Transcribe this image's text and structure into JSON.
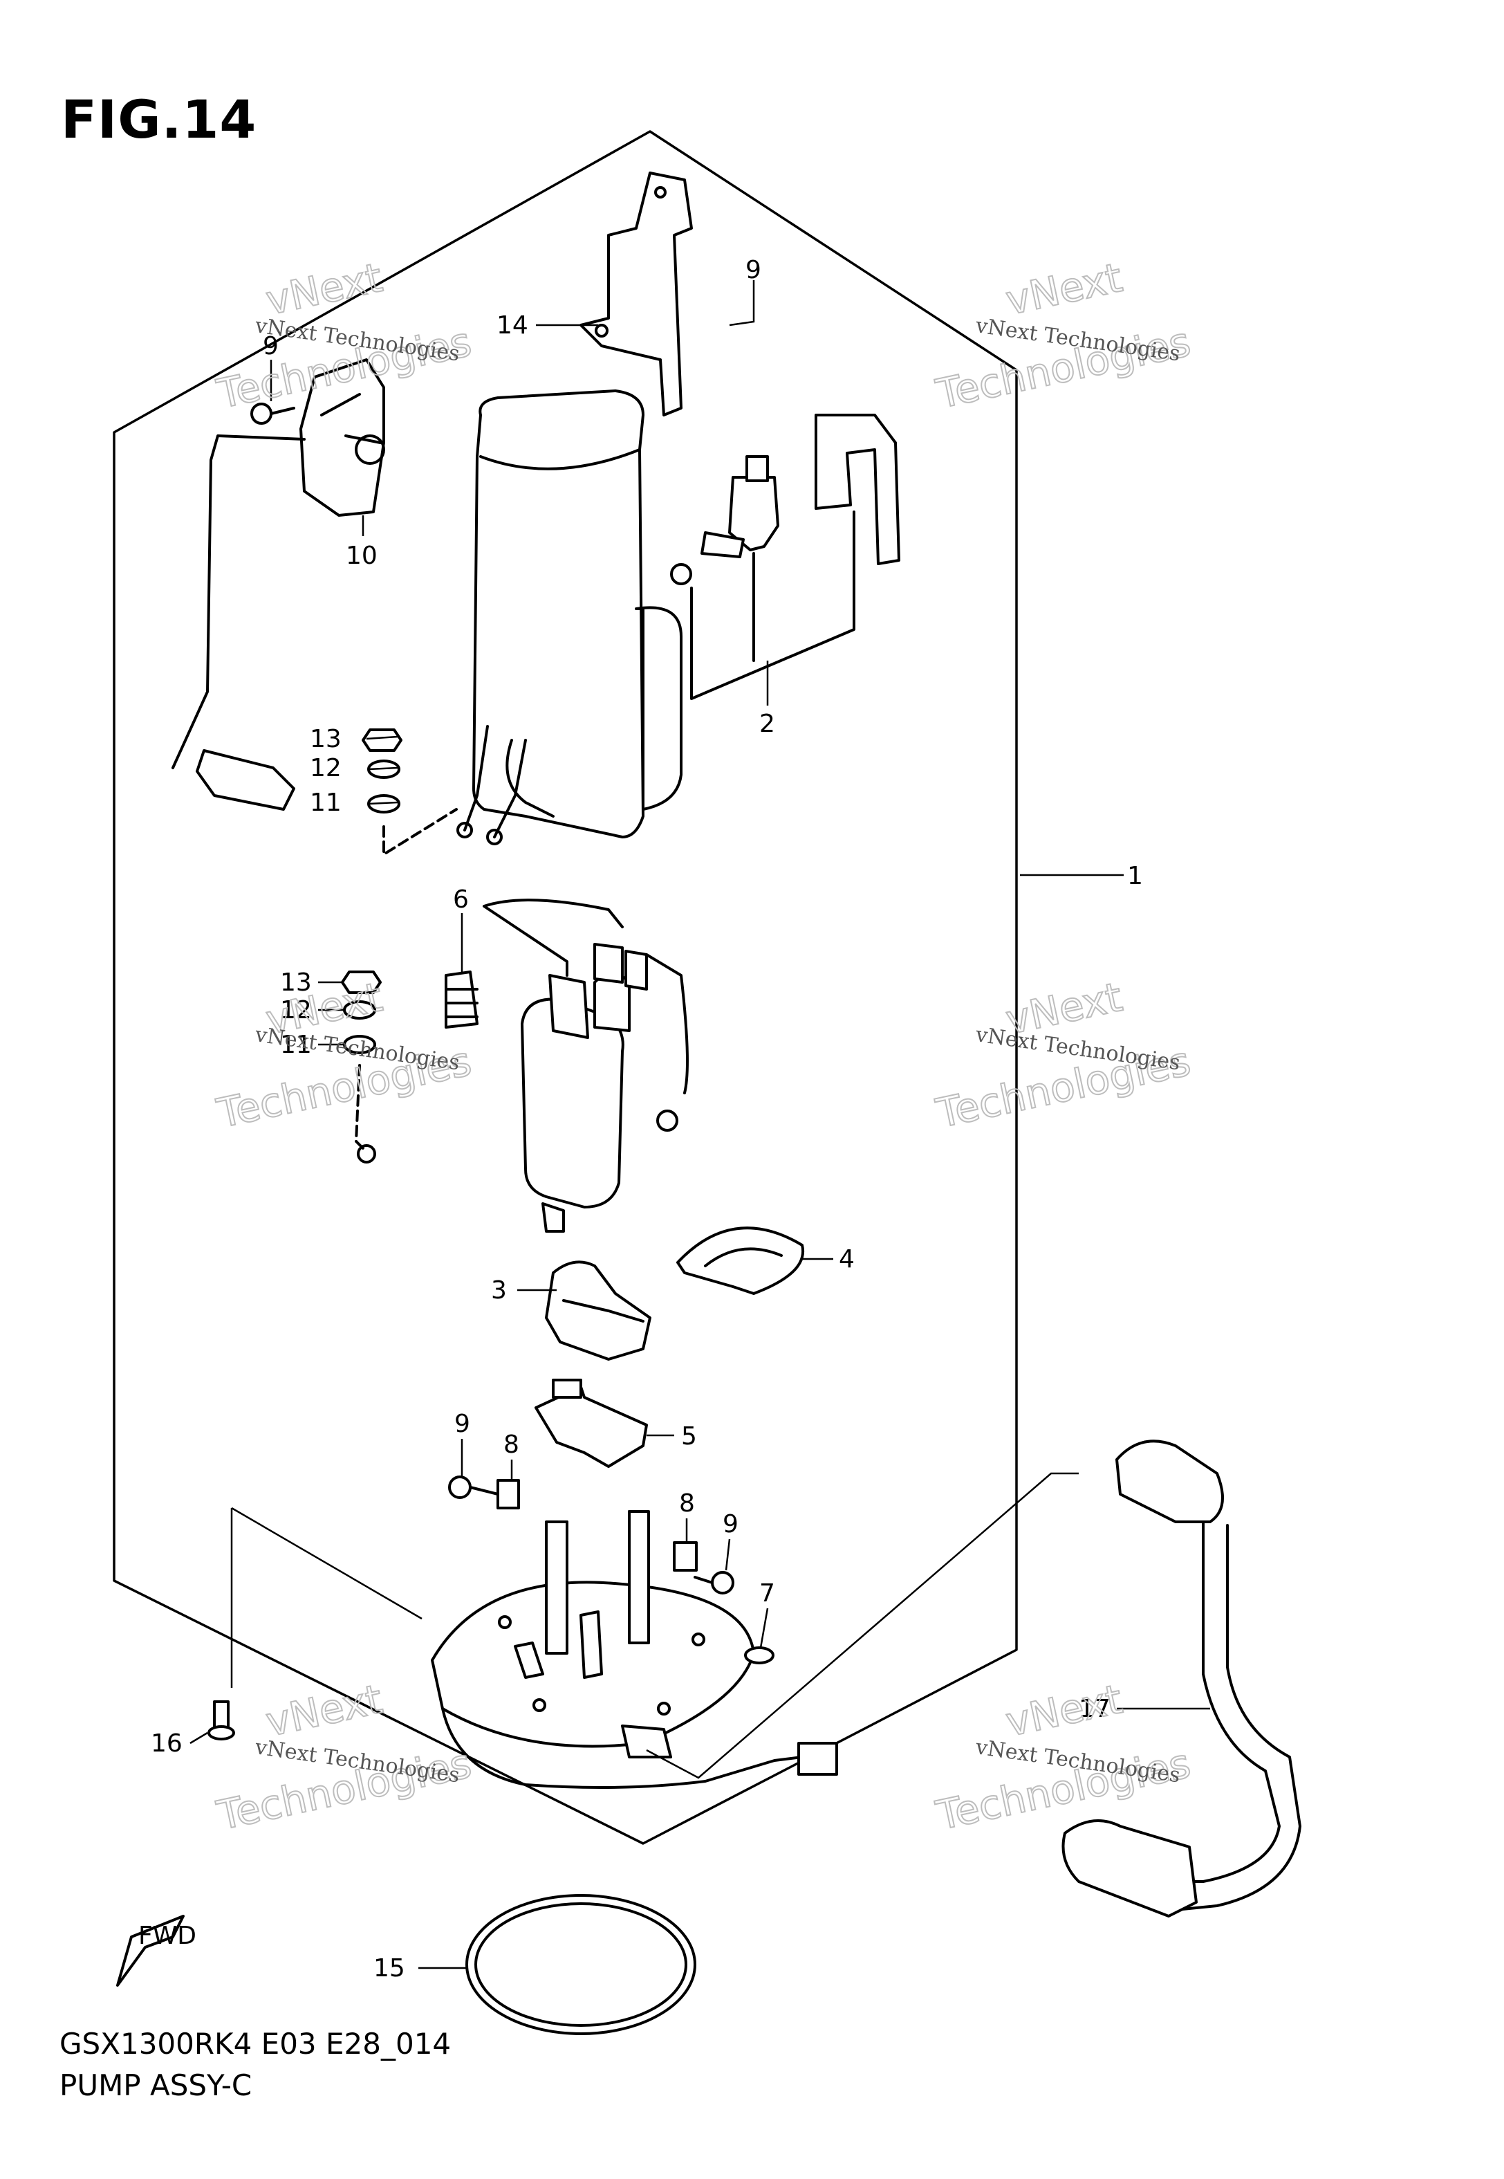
{
  "figure": {
    "title": "FIG.14",
    "model_code": "GSX1300RK4 E03 E28_014",
    "assembly_name": "PUMP ASSY-C",
    "fwd_label": "FWD"
  },
  "watermark": {
    "company_line": "vNext Technologies",
    "big_word_1": "vNext",
    "big_word_2": "Technologies"
  },
  "callouts": [
    {
      "id": "c14",
      "label": "14"
    },
    {
      "id": "c9a",
      "label": "9"
    },
    {
      "id": "c9b",
      "label": "9"
    },
    {
      "id": "c10",
      "label": "10"
    },
    {
      "id": "c2",
      "label": "2"
    },
    {
      "id": "c13a",
      "label": "13"
    },
    {
      "id": "c12a",
      "label": "12"
    },
    {
      "id": "c11a",
      "label": "11"
    },
    {
      "id": "c1",
      "label": "1"
    },
    {
      "id": "c6",
      "label": "6"
    },
    {
      "id": "c13b",
      "label": "13"
    },
    {
      "id": "c12b",
      "label": "12"
    },
    {
      "id": "c11b",
      "label": "11"
    },
    {
      "id": "c4",
      "label": "4"
    },
    {
      "id": "c3",
      "label": "3"
    },
    {
      "id": "c5",
      "label": "5"
    },
    {
      "id": "c9c",
      "label": "9"
    },
    {
      "id": "c8a",
      "label": "8"
    },
    {
      "id": "c8b",
      "label": "8"
    },
    {
      "id": "c9d",
      "label": "9"
    },
    {
      "id": "c7",
      "label": "7"
    },
    {
      "id": "c17",
      "label": "17"
    },
    {
      "id": "c16",
      "label": "16"
    },
    {
      "id": "c15",
      "label": "15"
    }
  ]
}
